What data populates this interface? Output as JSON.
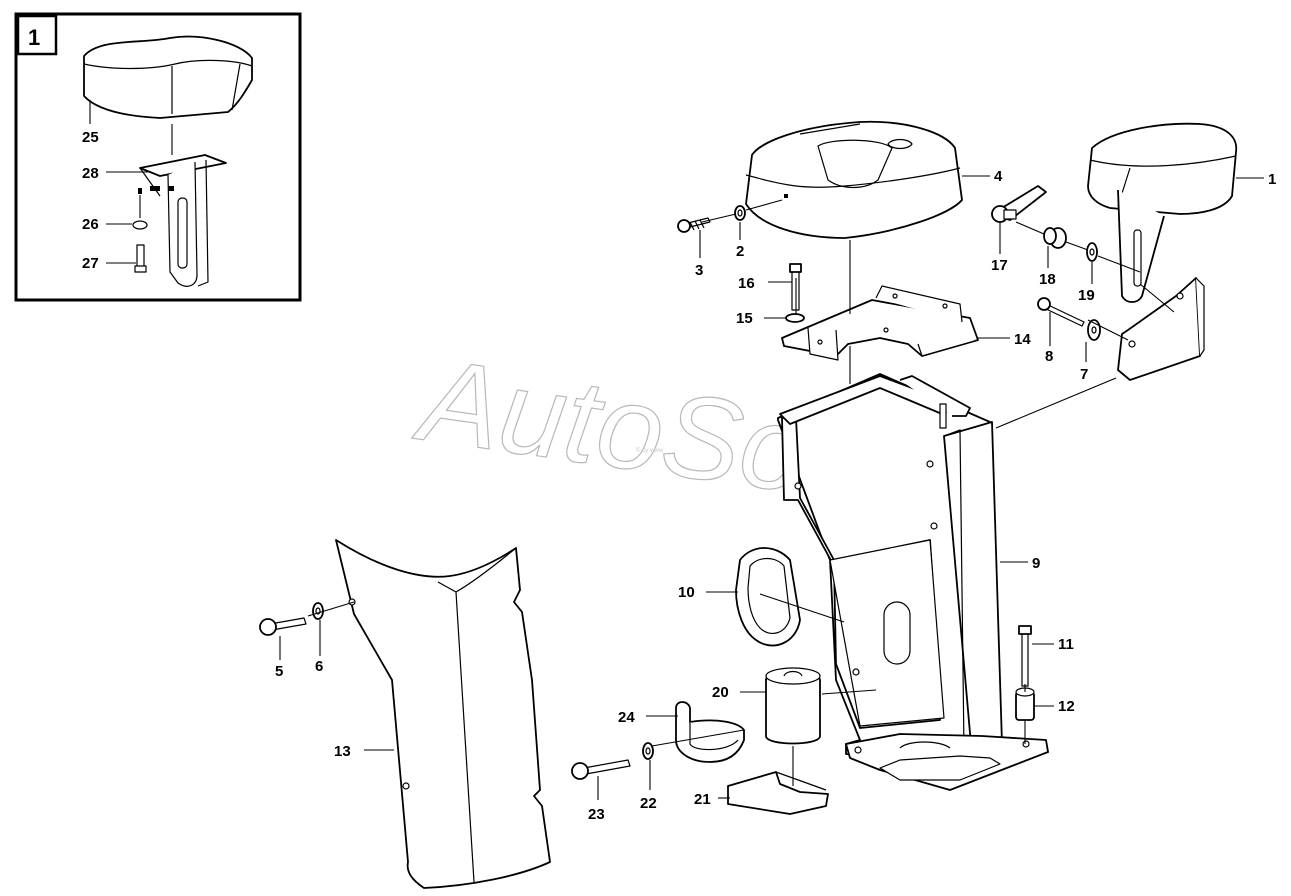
{
  "inset": {
    "number": "1",
    "callouts": [
      "25",
      "28",
      "26",
      "27"
    ]
  },
  "watermark": {
    "text": "AutoSoft",
    "small_text": "© by www"
  },
  "callouts": {
    "c1": "1",
    "c2": "2",
    "c3": "3",
    "c4": "4",
    "c5": "5",
    "c6": "6",
    "c7": "7",
    "c8": "8",
    "c9": "9",
    "c10": "10",
    "c11": "11",
    "c12": "12",
    "c13": "13",
    "c14": "14",
    "c15": "15",
    "c16": "16",
    "c17": "17",
    "c18": "18",
    "c19": "19",
    "c20": "20",
    "c21": "21",
    "c22": "22",
    "c23": "23",
    "c24": "24"
  },
  "colors": {
    "line": "#000000",
    "background": "#ffffff",
    "watermark": "#b8b8b8"
  }
}
